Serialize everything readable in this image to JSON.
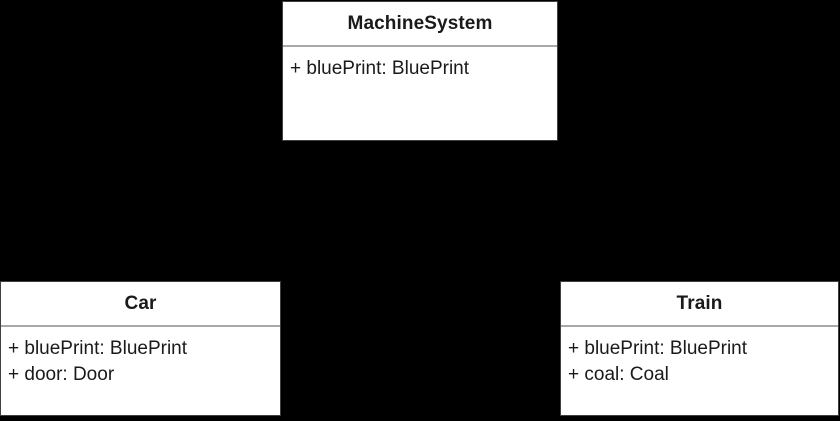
{
  "diagram": {
    "type": "uml-class-diagram",
    "background_color": "#000000",
    "box_fill_color": "#ffffff",
    "box_border_color": "#3f3f3f",
    "compartment_separator_color": "#a9a9a9",
    "text_color": "#1a1a1a",
    "classes": [
      {
        "id": "machinesystem",
        "name": "MachineSystem",
        "attributes": [
          "+ bluePrint: BluePrint"
        ]
      },
      {
        "id": "car",
        "name": "Car",
        "attributes": [
          "+ bluePrint: BluePrint",
          "+ door: Door"
        ]
      },
      {
        "id": "train",
        "name": "Train",
        "attributes": [
          "+ bluePrint: BluePrint",
          "+ coal: Coal"
        ]
      }
    ]
  }
}
